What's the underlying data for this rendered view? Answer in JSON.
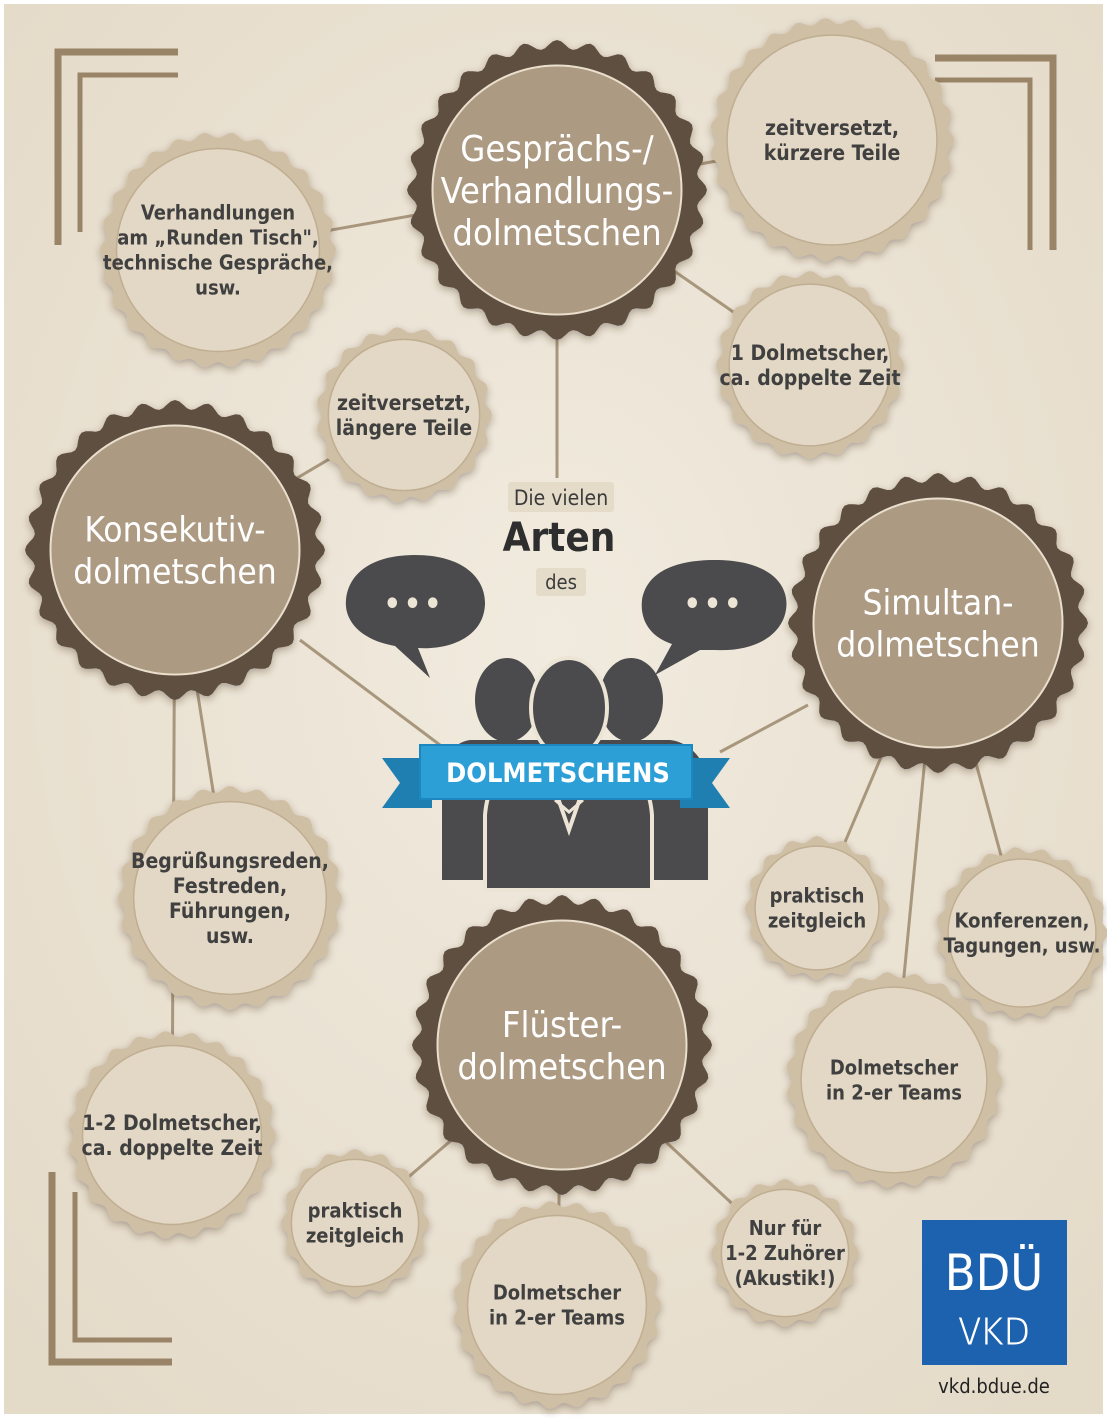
{
  "title": {
    "line1": "Die vielen",
    "line2": "Arten",
    "line3": "des",
    "banner": "DOLMETSCHENS"
  },
  "main_nodes": [
    {
      "id": "gespraech",
      "lines": [
        "Gesprächs-/",
        "Verhandlungs-",
        "dolmetschen"
      ]
    },
    {
      "id": "konsekutiv",
      "lines": [
        "Konsekutiv-",
        "dolmetschen"
      ]
    },
    {
      "id": "simultan",
      "lines": [
        "Simultan-",
        "dolmetschen"
      ]
    },
    {
      "id": "fluester",
      "lines": [
        "Flüster-",
        "dolmetschen"
      ]
    }
  ],
  "detail_nodes": [
    {
      "id": "g_verhandlungen",
      "lines": [
        "Verhandlungen",
        "am „Runden Tisch\",",
        "technische Gespräche,",
        "usw."
      ]
    },
    {
      "id": "g_zeitversetzt",
      "lines": [
        "zeitversetzt,",
        "kürzere Teile"
      ]
    },
    {
      "id": "g_dolmetscher",
      "lines": [
        "1 Dolmetscher,",
        "ca. doppelte Zeit"
      ]
    },
    {
      "id": "k_zeitversetzt",
      "lines": [
        "zeitversetzt,",
        "längere Teile"
      ]
    },
    {
      "id": "k_begruessung",
      "lines": [
        "Begrüßungsreden,",
        "Festreden,",
        "Führungen,",
        "usw."
      ]
    },
    {
      "id": "k_dolmetscher",
      "lines": [
        "1-2 Dolmetscher,",
        "ca. doppelte Zeit"
      ]
    },
    {
      "id": "s_praktisch",
      "lines": [
        "praktisch",
        "zeitgleich"
      ]
    },
    {
      "id": "s_konferenzen",
      "lines": [
        "Konferenzen,",
        "Tagungen, usw."
      ]
    },
    {
      "id": "s_teams",
      "lines": [
        "Dolmetscher",
        "in 2-er Teams"
      ]
    },
    {
      "id": "f_praktisch",
      "lines": [
        "praktisch",
        "zeitgleich"
      ]
    },
    {
      "id": "f_teams",
      "lines": [
        "Dolmetscher",
        "in 2-er Teams"
      ]
    },
    {
      "id": "f_zuhoerer",
      "lines": [
        "Nur für",
        "1-2 Zuhörer",
        "(Akustik!)"
      ]
    }
  ],
  "speech_bubbles": [
    "•••",
    "•••"
  ],
  "logo": {
    "line1": "BDÜ",
    "line2": "VKD",
    "url": "vkd.bdue.de"
  },
  "colors": {
    "background": "#ece5d6",
    "dark_ring": "#5e5040",
    "main_fill": "#ad9a82",
    "detail_ring": "#cfbfa4",
    "detail_fill": "#e3d8c5",
    "connector": "#a8977d",
    "people": "#4b4b4d",
    "banner": "#2b9fd6",
    "logo_bg": "#1d62ae"
  }
}
